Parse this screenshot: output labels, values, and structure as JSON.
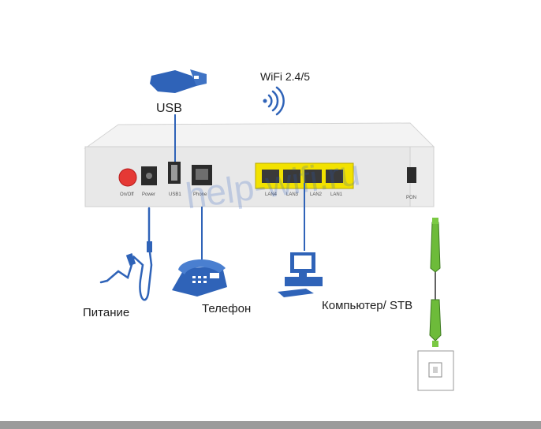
{
  "labels": {
    "usb": "USB",
    "wifi": "WiFi 2.4/5",
    "power": "Питание",
    "phone": "Телефон",
    "computer": "Компьютер/ STB"
  },
  "ports": {
    "onoff": "On/Off",
    "power": "Power",
    "usb1": "USB1",
    "phone": "Phone",
    "lan4": "LAN4",
    "lan3": "LAN3",
    "lan2": "LAN2",
    "lan1": "LAN1",
    "pon": "PON"
  },
  "watermark": "help-wifi.ru",
  "colors": {
    "accent_blue": "#2f63b8",
    "lan_yellow": "#f2e200",
    "button_red": "#e53935",
    "fiber_green": "#6dbb3a",
    "router_body": "#eeeeee"
  }
}
